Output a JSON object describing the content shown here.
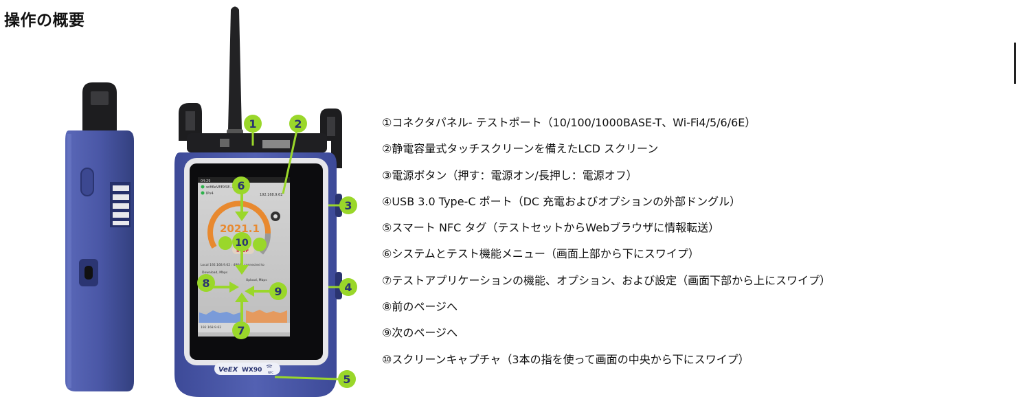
{
  "page_title": "操作の概要",
  "device": {
    "brand_logo": "VeEX",
    "model": "WX90",
    "nfc_label": "NFC",
    "screen": {
      "status_time": "04:29",
      "ssid": "wifi6eVEEXSE...",
      "ip_version": "IPv4",
      "ip_address": "192.168.9.62",
      "test_value": "2021.1",
      "stop_label": "STOP",
      "local_line": "Local 192.168.9.62 : 48048 connected to",
      "download_label": "Download, Mbps",
      "upload_label": "Upload, Mbps",
      "footer_ip": "192.168.9.62"
    }
  },
  "markers": [
    "1",
    "2",
    "3",
    "4",
    "5",
    "6",
    "7",
    "8",
    "9",
    "10"
  ],
  "callouts": [
    "①コネクタパネル- テストポート（10/100/1000BASE-T、Wi-Fi4/5/6/6E）",
    "②静電容量式タッチスクリーンを備えたLCD スクリーン",
    "③電源ボタン（押す：電源オン/長押し：電源オフ）",
    "④USB 3.0 Type-C ポート（DC 充電およびオプションの外部ドングル）",
    "⑤スマート NFC タグ（テストセットからWebブラウザに情報転送）",
    "⑥システムとテスト機能メニュー（画面上部から下にスワイプ）",
    "⑦テストアプリケーションの機能、オプション、および設定（画面下部から上にスワイプ）",
    "⑧前のページへ",
    "⑨次のページへ",
    "⑩スクリーンキャプチャ（3本の指を使って画面の中央から下にスワイプ）"
  ],
  "colors": {
    "device_body": "#4a57a6",
    "device_dark": "#2f3a7e",
    "marker": "#9ad72a",
    "screen_orange": "#e8892f",
    "screen_bg": "#c9c9c9"
  }
}
